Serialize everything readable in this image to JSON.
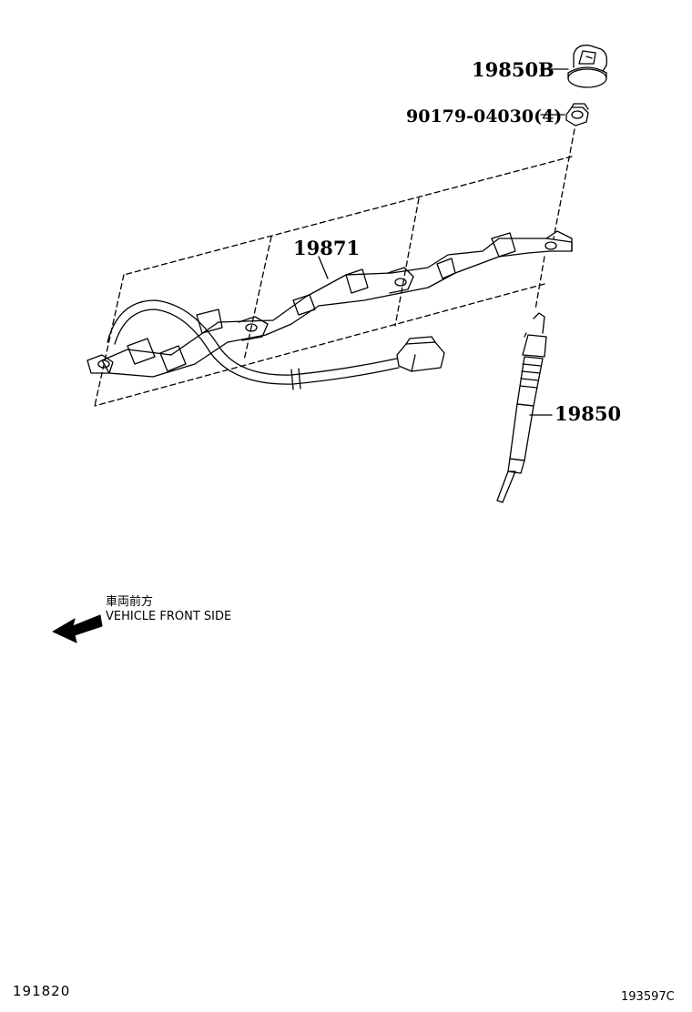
{
  "callouts": {
    "clamp": "19850B",
    "nut": "90179-04030(4)",
    "harness": "19871",
    "glow_plug": "19850"
  },
  "direction_note": {
    "japanese": "車両前方",
    "english": "VEHICLE FRONT SIDE"
  },
  "footer": {
    "left_code": "191820",
    "right_code": "193597C"
  }
}
